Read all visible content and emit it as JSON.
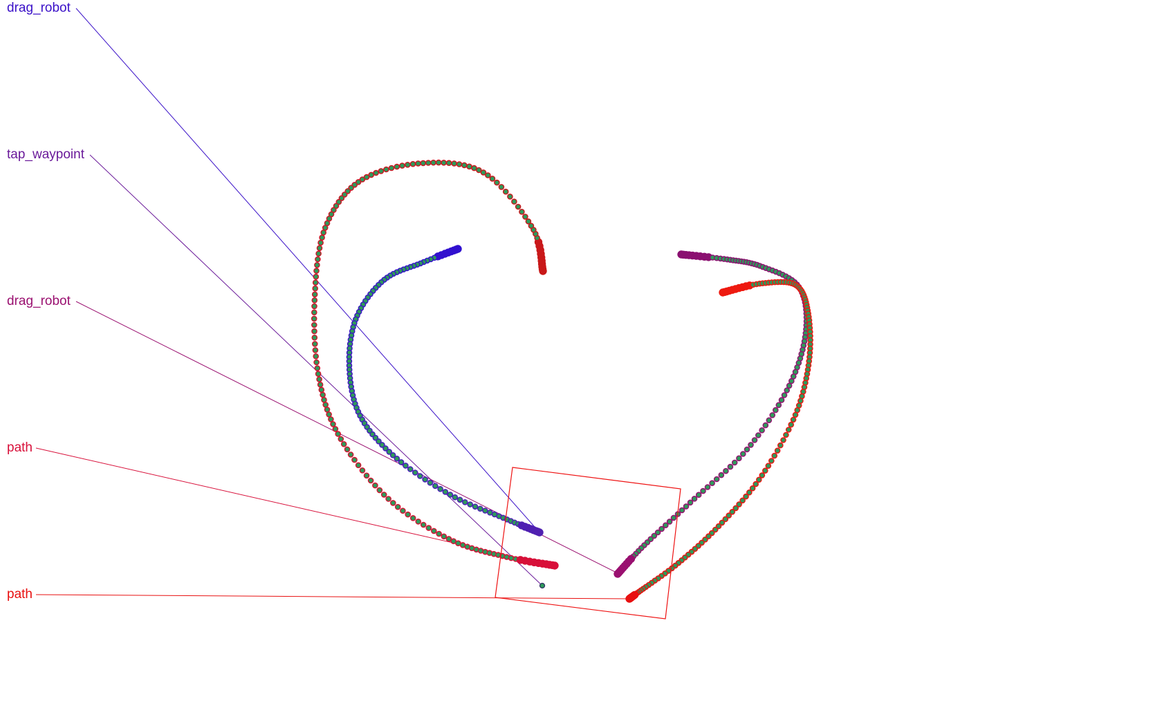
{
  "labels": [
    {
      "text": "drag_robot",
      "color": "#3a10c8"
    },
    {
      "text": "tap_waypoint",
      "color": "#6a1a9a"
    },
    {
      "text": "drag_robot",
      "color": "#9a1070"
    },
    {
      "text": "path",
      "color": "#d8103a"
    },
    {
      "text": "path",
      "color": "#e81010"
    }
  ],
  "colors": {
    "background": "#ffffff",
    "dot_fill": "#2e9a5a",
    "selection_box": "#ee1111"
  },
  "icons": {
    "waypoint_dot": "circle-dot-icon",
    "selection": "rotated-rectangle-icon"
  }
}
